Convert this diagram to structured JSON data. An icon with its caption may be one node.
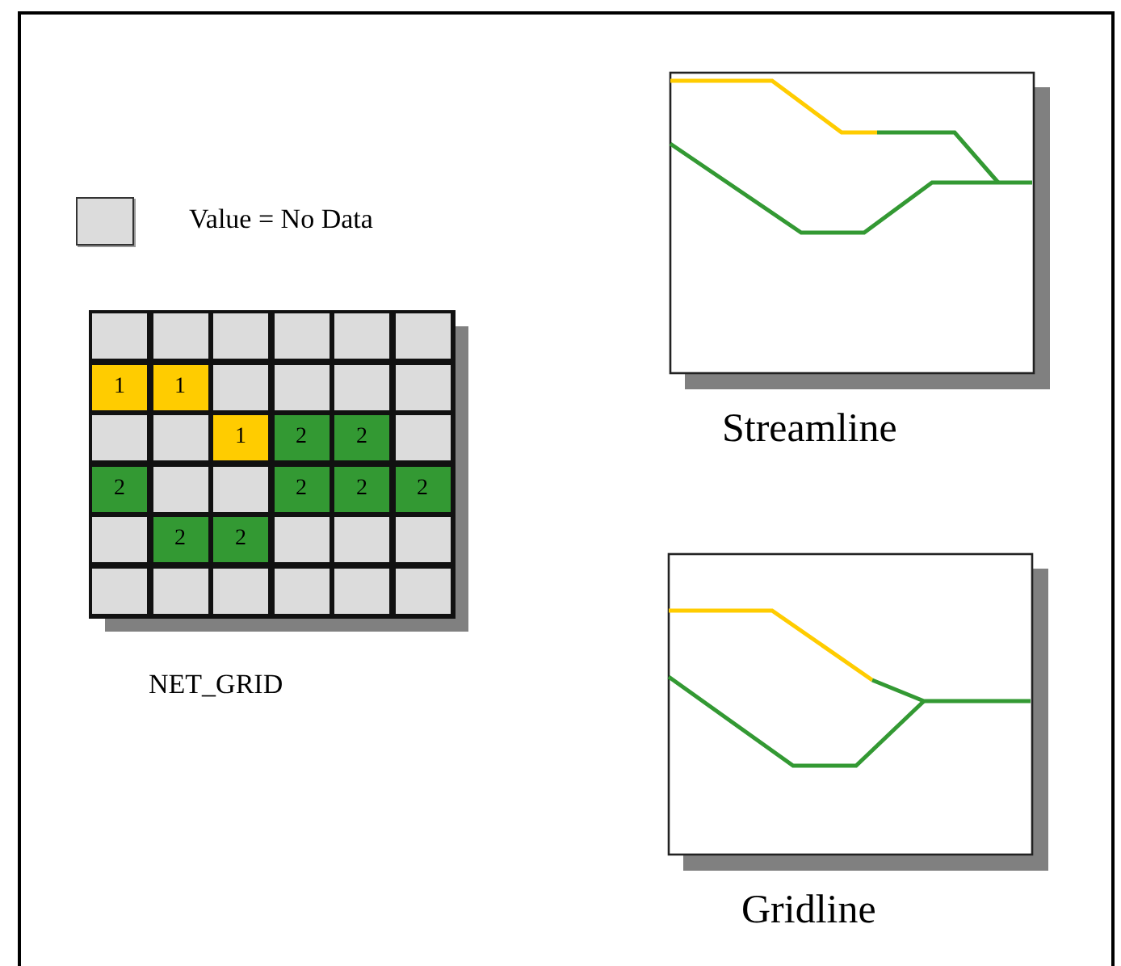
{
  "diagram": {
    "labels": [
      "1",
      "1",
      "1",
      "2",
      "2",
      "2",
      "2",
      "2",
      "2",
      "2",
      "2",
      "Streamline",
      "NET_GRID",
      "Gridline"
    ],
    "legend": [
      {
        "text": "Value = No Data",
        "color": "#dcdcdc"
      }
    ]
  }
}
